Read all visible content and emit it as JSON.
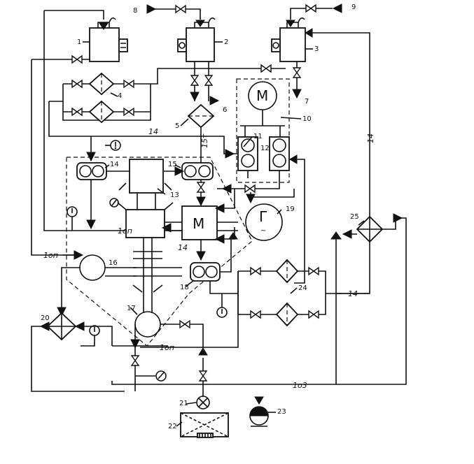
{
  "labels": {
    "n1": "1",
    "n2": "2",
    "n3": "3",
    "n4": "4",
    "n5": "5",
    "n6": "6",
    "n7": "7",
    "n8": "8",
    "n9": "9",
    "n10": "10",
    "n11": "11",
    "n12": "12",
    "n13": "13",
    "n14": "14",
    "n15": "15",
    "n16": "16",
    "n17": "17",
    "n18": "18",
    "n19": "19",
    "n20": "20",
    "n21": "21",
    "n22": "22",
    "n23": "23",
    "n24": "24",
    "n25": "25"
  },
  "annotations": {
    "line_14_top": "14",
    "line_15t": "15т",
    "line_14_right": "14",
    "line_14_mid": "14",
    "line_14_rightmid": "14",
    "line_10p_mid": "1оп",
    "line_10p_left": "1оп",
    "line_10p_bottom": "1оп",
    "line_103": "1о3"
  },
  "symbols": {
    "motor_top": "М",
    "motor_center": "М",
    "generator": "Г",
    "generator_sub": "~"
  }
}
